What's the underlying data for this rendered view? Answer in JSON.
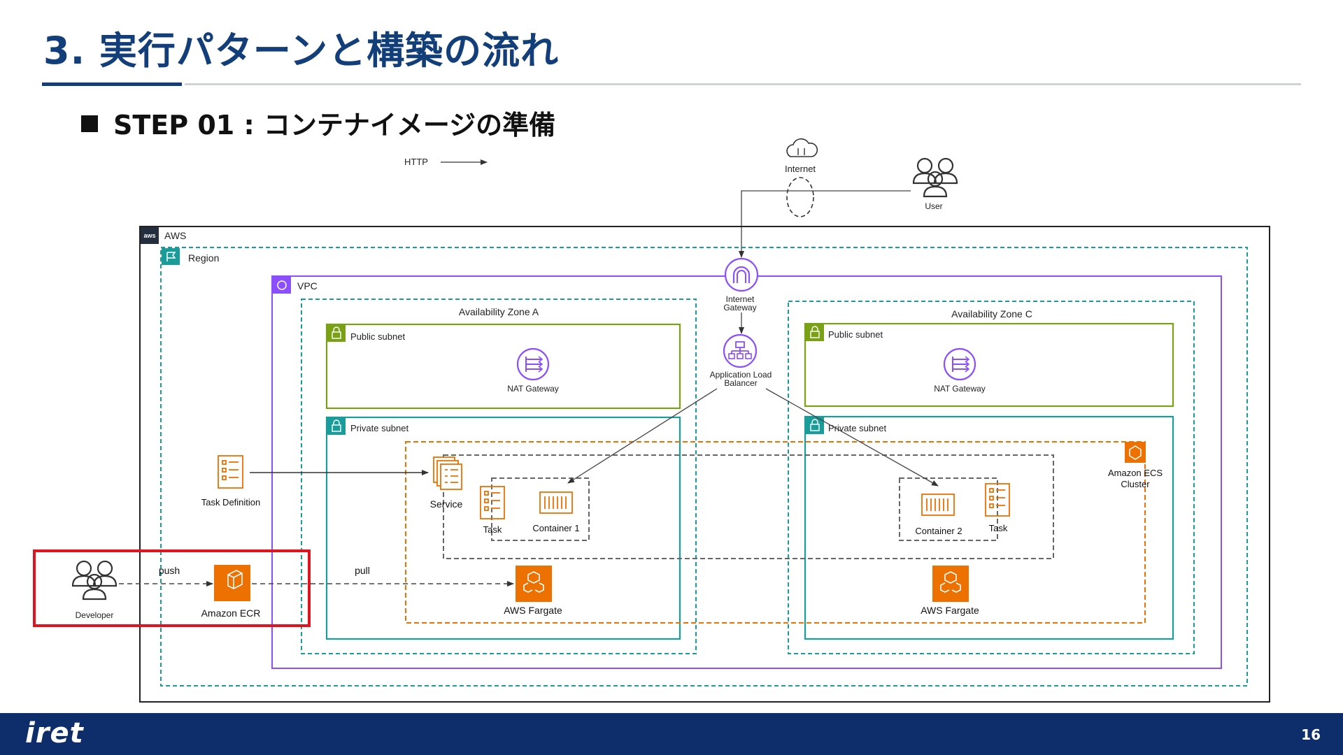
{
  "slide": {
    "title": "3. 実行パターンと構築の流れ",
    "step_heading": "STEP 01 : コンテナイメージの準備",
    "page_number": "16",
    "logo": "iret"
  },
  "diagram": {
    "legend": {
      "http_label": "HTTP"
    },
    "internet_label": "Internet",
    "user_label": "User",
    "aws_label": "AWS",
    "region_label": "Region",
    "vpc_label": "VPC",
    "internet_gateway_label": [
      "Internet",
      "Gateway"
    ],
    "alb_label": [
      "Application Load",
      "Balancer"
    ],
    "az_a_label": "Availability Zone A",
    "az_c_label": "Availability Zone C",
    "public_subnet_label": "Public subnet",
    "private_subnet_label": "Private subnet",
    "nat_gateway_label": "NAT Gateway",
    "task_definition_label": "Task Definition",
    "service_label": "Service",
    "task_label": "Task",
    "container1_label": "Container 1",
    "container2_label": "Container 2",
    "ecs_cluster_label": [
      "Amazon ECS",
      "Cluster"
    ],
    "fargate_label": "AWS Fargate",
    "developer_label": "Developer",
    "ecr_label": "Amazon ECR",
    "push_label": "push",
    "pull_label": "pull",
    "aws_badge_text": "aws"
  },
  "colors": {
    "title_blue": "#123f7a",
    "footer_navy": "#0e2d6b",
    "region_teal": "#1a9c9a",
    "vpc_purple": "#8c4fff",
    "public_green": "#7aa116",
    "private_teal": "#1a9c9a",
    "ecs_orange": "#ed7100",
    "highlight_red": "#e0141e"
  }
}
